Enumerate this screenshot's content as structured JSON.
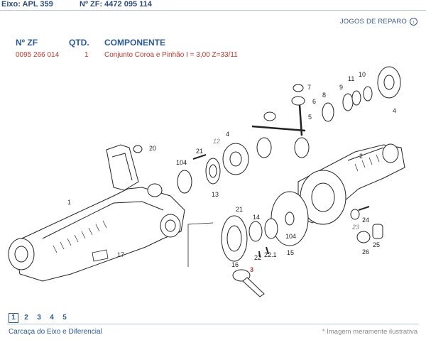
{
  "header": {
    "eixo": "Eixo: APL 359",
    "zf": "Nº ZF: 4472 095 114"
  },
  "repair_link": {
    "label": "JOGOS DE REPARO",
    "icon": "arrow-down-circle-icon"
  },
  "table": {
    "headers": [
      "Nº ZF",
      "QTD.",
      "COMPONENTE"
    ],
    "rows": [
      {
        "zf": "0095 266 014",
        "qty": "1",
        "component": "Conjunto Coroa e Pinhão I = 3,00 Z=33/11"
      }
    ]
  },
  "diagram": {
    "callouts": [
      "1",
      "2",
      "3",
      "4",
      "5",
      "6",
      "7",
      "8",
      "9",
      "10",
      "11",
      "12",
      "13",
      "14",
      "15",
      "16",
      "17",
      "20",
      "21",
      "22",
      "22.1",
      "23",
      "24",
      "25",
      "26",
      "104"
    ]
  },
  "pagination": {
    "pages": [
      "1",
      "2",
      "3",
      "4",
      "5"
    ],
    "current": "1"
  },
  "footer": {
    "section": "Carcaça do Eixo e Diferencial",
    "note": "* Imagem meramente ilustrativa"
  },
  "colors": {
    "accent": "#2c5a96",
    "highlight": "#c0392b"
  }
}
